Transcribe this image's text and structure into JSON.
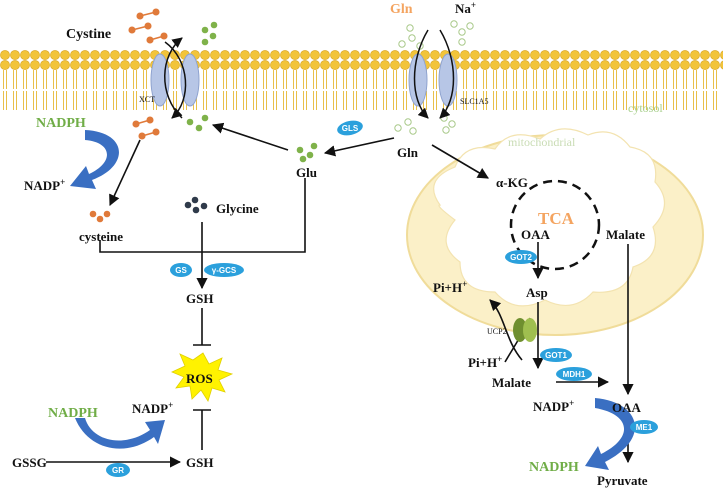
{
  "colors": {
    "membrane_head": "#f2c43a",
    "membrane_tail": "#e8c04a",
    "transporter": "#b7c6e6",
    "cystine": "#e07a3a",
    "glu": "#7fb24a",
    "glycine": "#2f3a4a",
    "enzyme": "#2ba0dc",
    "big_arrow": "#3a6fc2",
    "nadph_green": "#70ad47",
    "gln_orange": "#f4a460",
    "mito_fill": "#fbf0c8",
    "mito_outline": "#f0dc9a",
    "ros": "#fff200",
    "ucp2": "#6f8f2f",
    "cytosol_text": "#a9d08e",
    "mito_text": "#c9dcb4",
    "tca_text": "#f4a460"
  },
  "icons": [
    "transporter-xct-icon",
    "transporter-slc1a5-icon",
    "ros-starburst-icon",
    "ucp2-channel-icon"
  ],
  "labels": {
    "cystine": "Cystine",
    "gln_top": "Gln",
    "na": "Na",
    "na_sup": "+",
    "xct": "XCT",
    "slc1a5": "SLC1A5",
    "cytosol": "cytosol",
    "nadph_top": "NADPH",
    "nadp_left": "NADP",
    "nadp_left_sup": "+",
    "gln_mid": "Gln",
    "glu": "Glu",
    "glycine": "Glycine",
    "cysteine": "cysteine",
    "mitochondrial": "mitochondrial",
    "akg": "α-KG",
    "tca": "TCA",
    "oaa_top": "OAA",
    "malate_top": "Malate",
    "gsh_top": "GSH",
    "ros": "ROS",
    "asp": "Asp",
    "pih_top": "Pi+H",
    "pih_top_sup": "+",
    "ucp2": "UCP2",
    "pih_bottom": "Pi+H",
    "pih_bottom_sup": "+",
    "malate_bottom": "Malate",
    "oaa_bottom": "OAA",
    "nadph_bottom_left": "NADPH",
    "nadp_bottom_left": "NADP",
    "nadp_bottom_left_sup": "+",
    "gssg": "GSSG",
    "gsh_bottom": "GSH",
    "nadp_right": "NADP",
    "nadp_right_sup": "+",
    "nadph_right": "NADPH",
    "pyruvate": "Pyruvate"
  },
  "enzymes": {
    "gls": "GLS",
    "gs": "GS",
    "gcs": "γ-GCS",
    "got2": "GOT2",
    "got1": "GOT1",
    "mdh1": "MDH1",
    "me1": "ME1",
    "gr": "GR"
  }
}
